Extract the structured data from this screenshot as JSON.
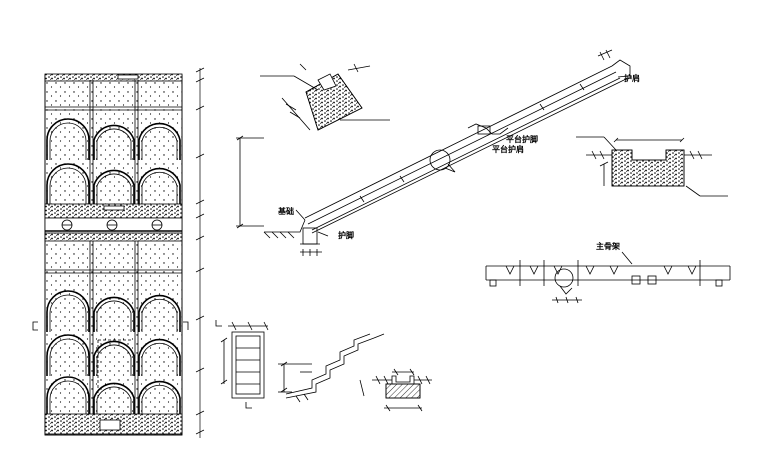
{
  "drawing": {
    "labels": {
      "guard_top": "护肩",
      "platform_guard_foot": "平台护脚",
      "platform_guard_shoulder": "平台护肩",
      "foundation": "基础",
      "guard_foot": "护脚",
      "main_skeleton": "主骨架"
    },
    "colors": {
      "line": "#000000",
      "background": "#ffffff"
    }
  }
}
